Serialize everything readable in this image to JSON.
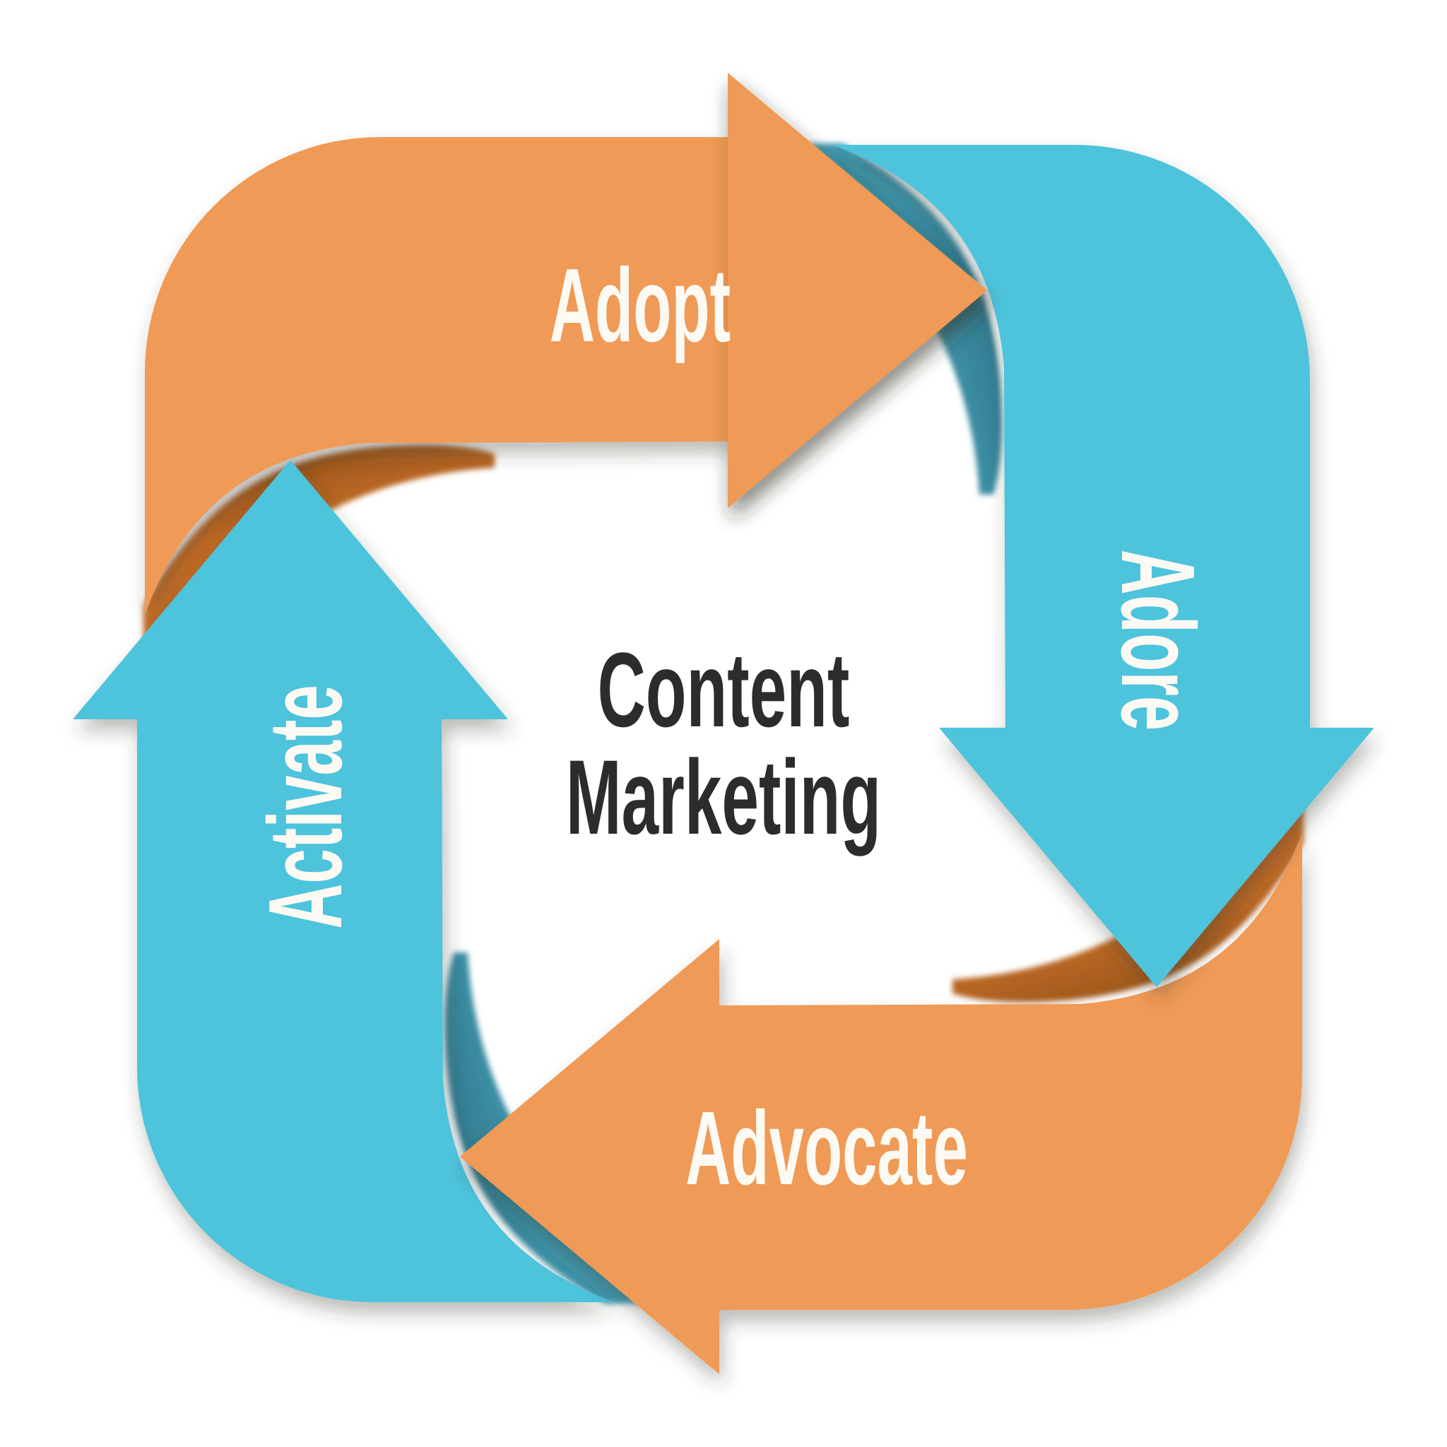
{
  "diagram": {
    "type": "cycle",
    "title": {
      "line1": "Content",
      "line2": "Marketing"
    },
    "stages": [
      {
        "label": "Adopt",
        "position": "top",
        "arrow_direction": "right",
        "color_key": "orange"
      },
      {
        "label": "Adore",
        "position": "right",
        "arrow_direction": "down",
        "color_key": "blue"
      },
      {
        "label": "Advocate",
        "position": "bottom",
        "arrow_direction": "left",
        "color_key": "orange"
      },
      {
        "label": "Activate",
        "position": "left",
        "arrow_direction": "up",
        "color_key": "blue"
      }
    ]
  },
  "colors": {
    "background": "#ffffff",
    "orange": "#ef9a57",
    "orange-shade-dark": "#8d4e17",
    "orange-shade-mid": "#bf6a26",
    "orange-shade-light": "#cd7530",
    "blue": "#4ec3dc",
    "teal-shade-dark": "#2d6d80",
    "teal-shade-mid": "#3e93a9",
    "teal-shade-light": "#4aa4ba",
    "label-text": "#fdfaf3",
    "title-text": "#2c2c2c"
  }
}
